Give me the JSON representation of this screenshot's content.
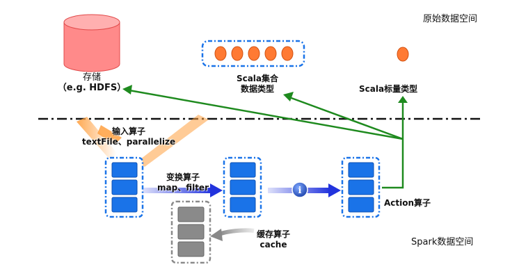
{
  "spaces": {
    "original": "原始数据空间",
    "spark": "Spark数据空间"
  },
  "storage": {
    "line1": "存储",
    "line2": "（e.g. HDFS）"
  },
  "scala_collection": {
    "line1": "Scala集合",
    "line2": "数据类型"
  },
  "scala_scalar": "Scala标量类型",
  "input_ops": {
    "line1": "输入算子",
    "line2": "textFile、parallelize"
  },
  "transform_ops": {
    "line1": "变换算子",
    "line2": "map、filter"
  },
  "cache_ops": {
    "line1": "缓存算子",
    "line2": "cache"
  },
  "action_ops": "Action算子",
  "info_glyph": "i",
  "colors": {
    "storage_fill": "#ff8080",
    "element_orange": "#ff7a33",
    "rdd_blue": "#1a73e8",
    "cache_gray": "#8a8a8a",
    "flow_green": "#1e8a1e",
    "flow_blue": "#2233dd",
    "input_orange": "#ffa040"
  }
}
